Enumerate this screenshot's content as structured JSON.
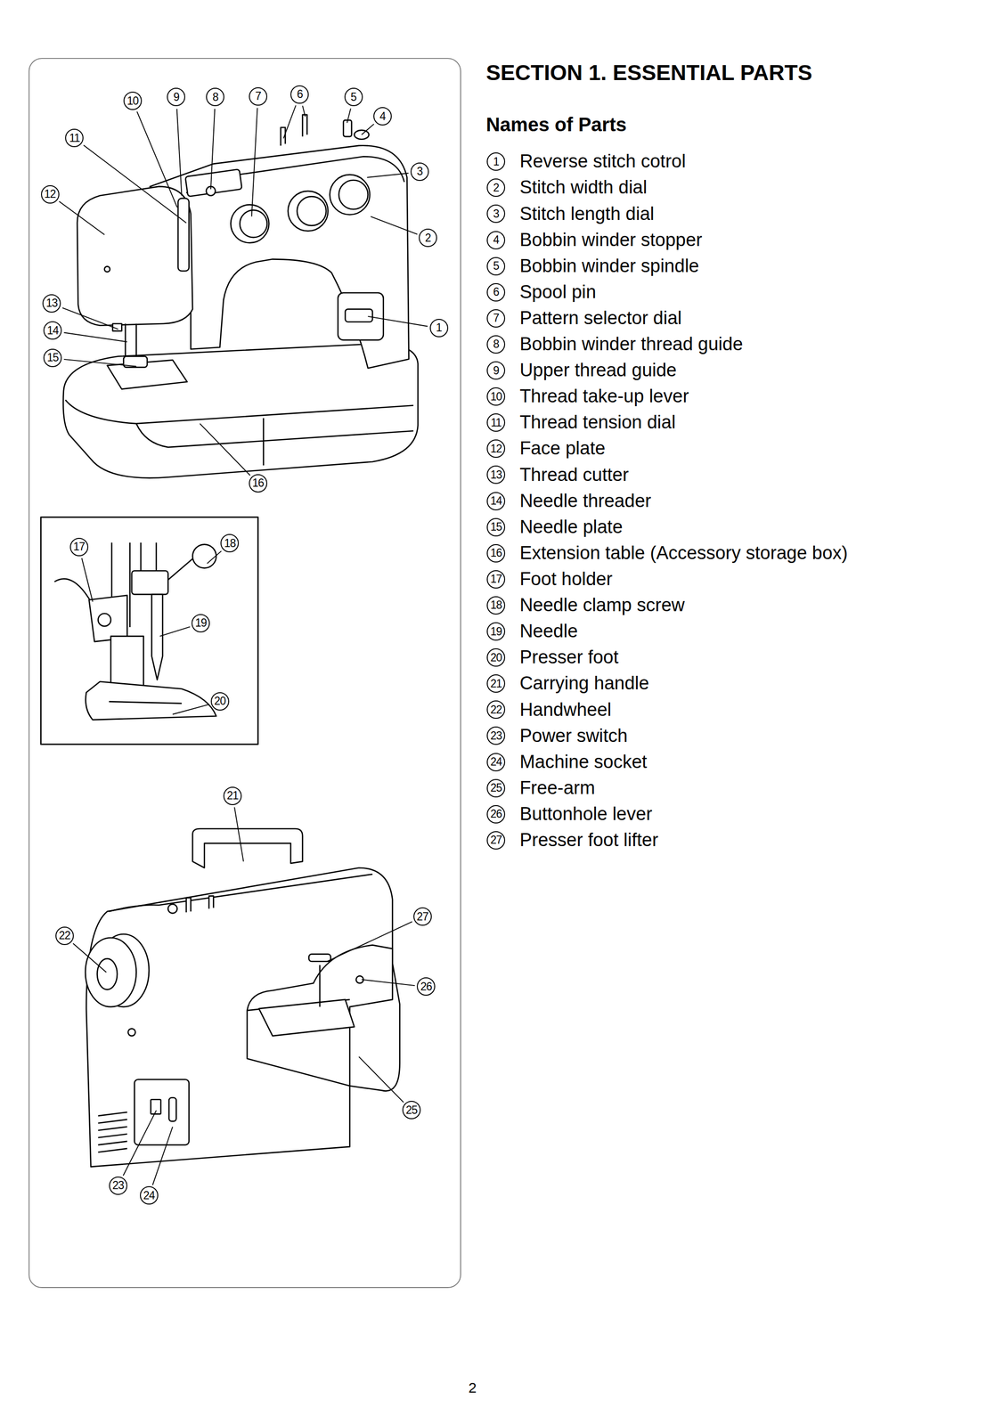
{
  "diagram": {
    "title": "SECTION 1. ESSENTIAL PARTS",
    "labels": [
      "10",
      "9",
      "8",
      "7",
      "6",
      "5",
      "4",
      "11",
      "3",
      "12",
      "2",
      "1",
      "13",
      "14",
      "15",
      "16",
      "17",
      "18",
      "19",
      "20",
      "21",
      "27",
      "22",
      "26",
      "25",
      "23",
      "24",
      "Names of Parts",
      "1",
      "Reverse stitch cotrol",
      "2",
      "Stitch width dial",
      "3",
      "Stitch length dial",
      "4",
      "Bobbin winder stopper",
      "5",
      "Bobbin winder spindle",
      "6",
      "Spool pin",
      "7",
      "Pattern selector dial",
      "8",
      "Bobbin winder thread guide",
      "9",
      "Upper thread guide",
      "10",
      "Thread take-up lever",
      "11",
      "Thread tension dial",
      "12",
      "Face plate",
      "13",
      "Thread cutter",
      "14",
      "Needle threader",
      "15",
      "Needle plate",
      "16",
      "Extension table (Accessory storage box)",
      "17",
      "Foot holder",
      "18",
      "Needle clamp screw",
      "19",
      "Needle",
      "20",
      "Presser foot",
      "21",
      "Carrying handle",
      "22",
      "Handwheel",
      "23",
      "Power switch",
      "24",
      "Machine socket",
      "25",
      "Free-arm",
      "26",
      "Buttonhole lever",
      "27",
      "Presser foot lifter",
      "2"
    ]
  }
}
